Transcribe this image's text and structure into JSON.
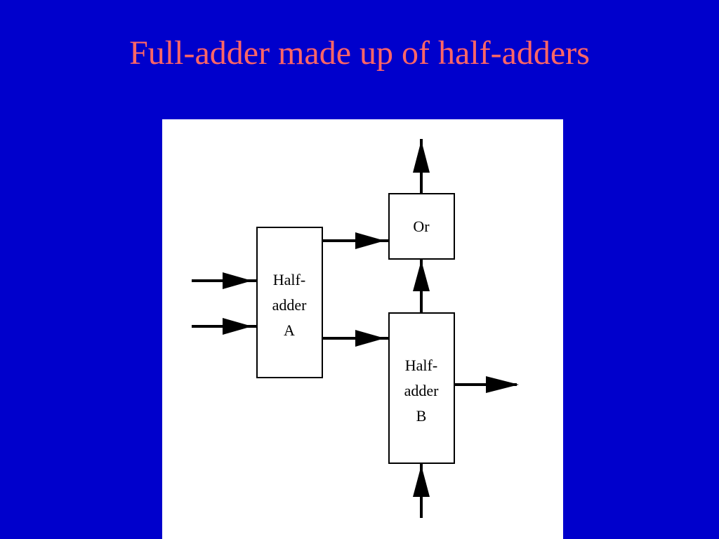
{
  "title": "Full-adder made up of half-adders",
  "colors": {
    "background": "#0000cc",
    "title": "#ff6666",
    "panel": "#ffffff",
    "ink": "#000000"
  },
  "diagram": {
    "half_adder_a": {
      "line1": "Half-",
      "line2": "adder",
      "line3": "A"
    },
    "half_adder_b": {
      "line1": "Half-",
      "line2": "adder",
      "line3": "B"
    },
    "or_gate": {
      "label": "Or"
    }
  }
}
